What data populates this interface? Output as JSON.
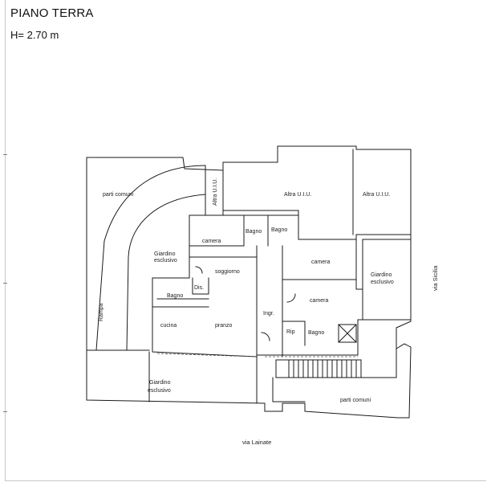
{
  "header": {
    "title": "PIANO TERRA",
    "height": "H= 2.70 m"
  },
  "rooms": {
    "parti_comuni_top": "parti comuni",
    "altra_uiu_vertical": "Altra U.I.U.",
    "altra_uiu_1": "Altra U.I.U.",
    "altra_uiu_2": "Altra U.I.U.",
    "camera_1": "camera",
    "bagno_1": "Bagno",
    "bagno_2": "Bagno",
    "giardino_left_1": "Giardino",
    "giardino_left_2": "esclusivo",
    "soggiorno": "soggiorno",
    "camera_2": "camera",
    "giardino_right_1": "Giardino",
    "giardino_right_2": "esclusivo",
    "dis": "Dis.",
    "bagno_3": "Bagno",
    "ingr": "Ingr.",
    "camera_3": "camera",
    "rampa": "Rampa",
    "cucina": "cucina",
    "pranzo": "pranzo",
    "rip": "Rip",
    "bagno_4": "Bagno",
    "giardino_bottom_1": "Giardino",
    "giardino_bottom_2": "esclusivo",
    "parti_comuni_bottom": "parti comuni"
  },
  "streets": {
    "via_sicilia": "via Sicilia",
    "via_lainate": "via Lainate"
  }
}
